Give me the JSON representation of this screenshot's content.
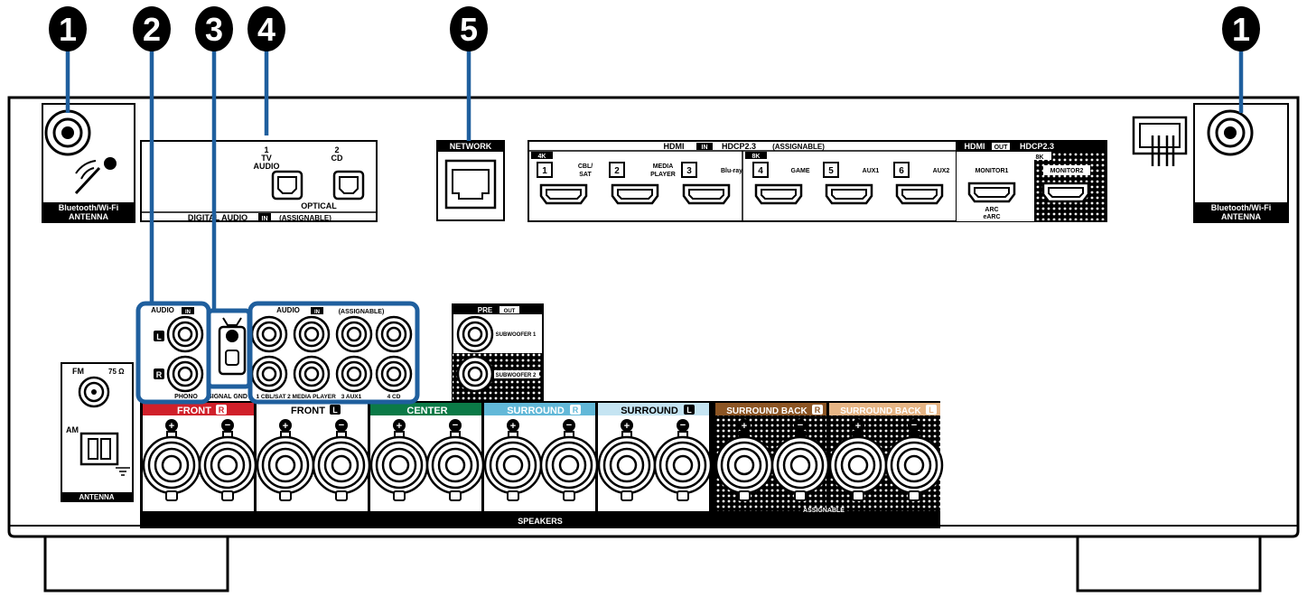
{
  "callouts": [
    "1",
    "2",
    "3",
    "4",
    "5",
    "1"
  ],
  "antenna_bt": {
    "line1": "Bluetooth/Wi-Fi",
    "line2": "ANTENNA"
  },
  "digital_audio": {
    "in1": {
      "num": "1",
      "l1": "TV",
      "l2": "AUDIO"
    },
    "in2": {
      "num": "2",
      "l1": "CD"
    },
    "optical": "OPTICAL",
    "footer": "DIGITAL AUDIO",
    "footer_in": "IN",
    "footer_tail": "(ASSIGNABLE)"
  },
  "network": "NETWORK",
  "hdmi_in": {
    "title": "HDMI",
    "badge": "IN",
    "hdcp": "HDCP2.3",
    "assign": "(ASSIGNABLE)",
    "tag4k": "4K",
    "tag8k": "8K",
    "ports": [
      {
        "num": "1",
        "l1": "CBL/",
        "l2": "SAT"
      },
      {
        "num": "2",
        "l1": "MEDIA",
        "l2": "PLAYER"
      },
      {
        "num": "3",
        "l1": "Blu-ray",
        "l2": ""
      },
      {
        "num": "4",
        "l1": "GAME",
        "l2": ""
      },
      {
        "num": "5",
        "l1": "AUX1",
        "l2": ""
      },
      {
        "num": "6",
        "l1": "AUX2",
        "l2": ""
      }
    ]
  },
  "hdmi_out": {
    "title": "HDMI",
    "badge": "OUT",
    "hdcp": "HDCP2.3",
    "tag8k": "8K",
    "mon1": "MONITOR1",
    "mon2": "MONITOR2",
    "arc1": "ARC",
    "arc2": "eARC"
  },
  "audio_in": {
    "title": "AUDIO",
    "badge": "IN",
    "l": "L",
    "r": "R",
    "phono": "PHONO"
  },
  "signal_gnd": "SIGNAL GND",
  "audio_in2": {
    "title": "AUDIO",
    "badge": "IN",
    "assign": "(ASSIGNABLE)",
    "labels": [
      "1 CBL/SAT",
      "2 MEDIA PLAYER",
      "3 AUX1",
      "4 CD"
    ]
  },
  "pre_out": {
    "title": "PRE",
    "badge": "OUT",
    "sub1": "SUBWOOFER 1",
    "sub2": "SUBWOOFER 2"
  },
  "fm_am": {
    "fm": "FM",
    "ohm": "75 Ω",
    "am": "AM",
    "label": "ANTENNA"
  },
  "speakers": {
    "groups": [
      {
        "name": "FRONT",
        "ch": "R",
        "color": "#d0202a",
        "fg": "#ffffff"
      },
      {
        "name": "FRONT",
        "ch": "L",
        "color": "#ffffff",
        "fg": "#000000"
      },
      {
        "name": "CENTER",
        "ch": "",
        "color": "#0b7a47",
        "fg": "#ffffff"
      },
      {
        "name": "SURROUND",
        "ch": "R",
        "color": "#62b8d8",
        "fg": "#ffffff"
      },
      {
        "name": "SURROUND",
        "ch": "L",
        "color": "#c5e4f2",
        "fg": "#000000"
      },
      {
        "name": "SURROUND BACK",
        "ch": "R",
        "color": "#8c5524",
        "fg": "#ffffff"
      },
      {
        "name": "SURROUND BACK",
        "ch": "L",
        "color": "#e6b585",
        "fg": "#ffffff"
      }
    ],
    "assignable": "ASSIGNABLE",
    "label": "SPEAKERS"
  },
  "colors": {
    "callout": "#000000",
    "highlight": "#1f5f9e",
    "panel": "#000000"
  }
}
